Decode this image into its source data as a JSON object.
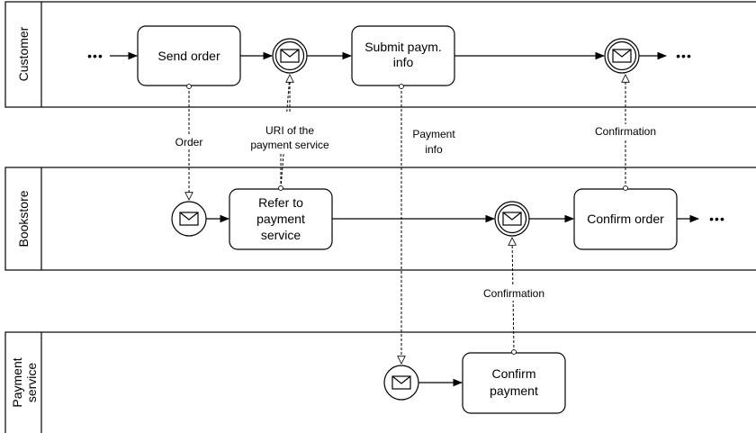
{
  "lanes": {
    "customer": "Customer",
    "bookstore": "Bookstore",
    "payment_line1": "Payment",
    "payment_line2": "service"
  },
  "tasks": {
    "send_order": "Send order",
    "submit_payment_line1": "Submit paym.",
    "submit_payment_line2": "info",
    "refer_line1": "Refer to",
    "refer_line2": "payment",
    "refer_line3": "service",
    "confirm_order": "Confirm order",
    "confirm_payment_line1": "Confirm",
    "confirm_payment_line2": "payment"
  },
  "messages": {
    "order": "Order",
    "uri_line1": "URI of the",
    "uri_line2": "payment service",
    "payment_info_line1": "Payment",
    "payment_info_line2": "info",
    "confirmation_top": "Confirmation",
    "confirmation_bottom": "Confirmation"
  },
  "ellipsis": "•••"
}
